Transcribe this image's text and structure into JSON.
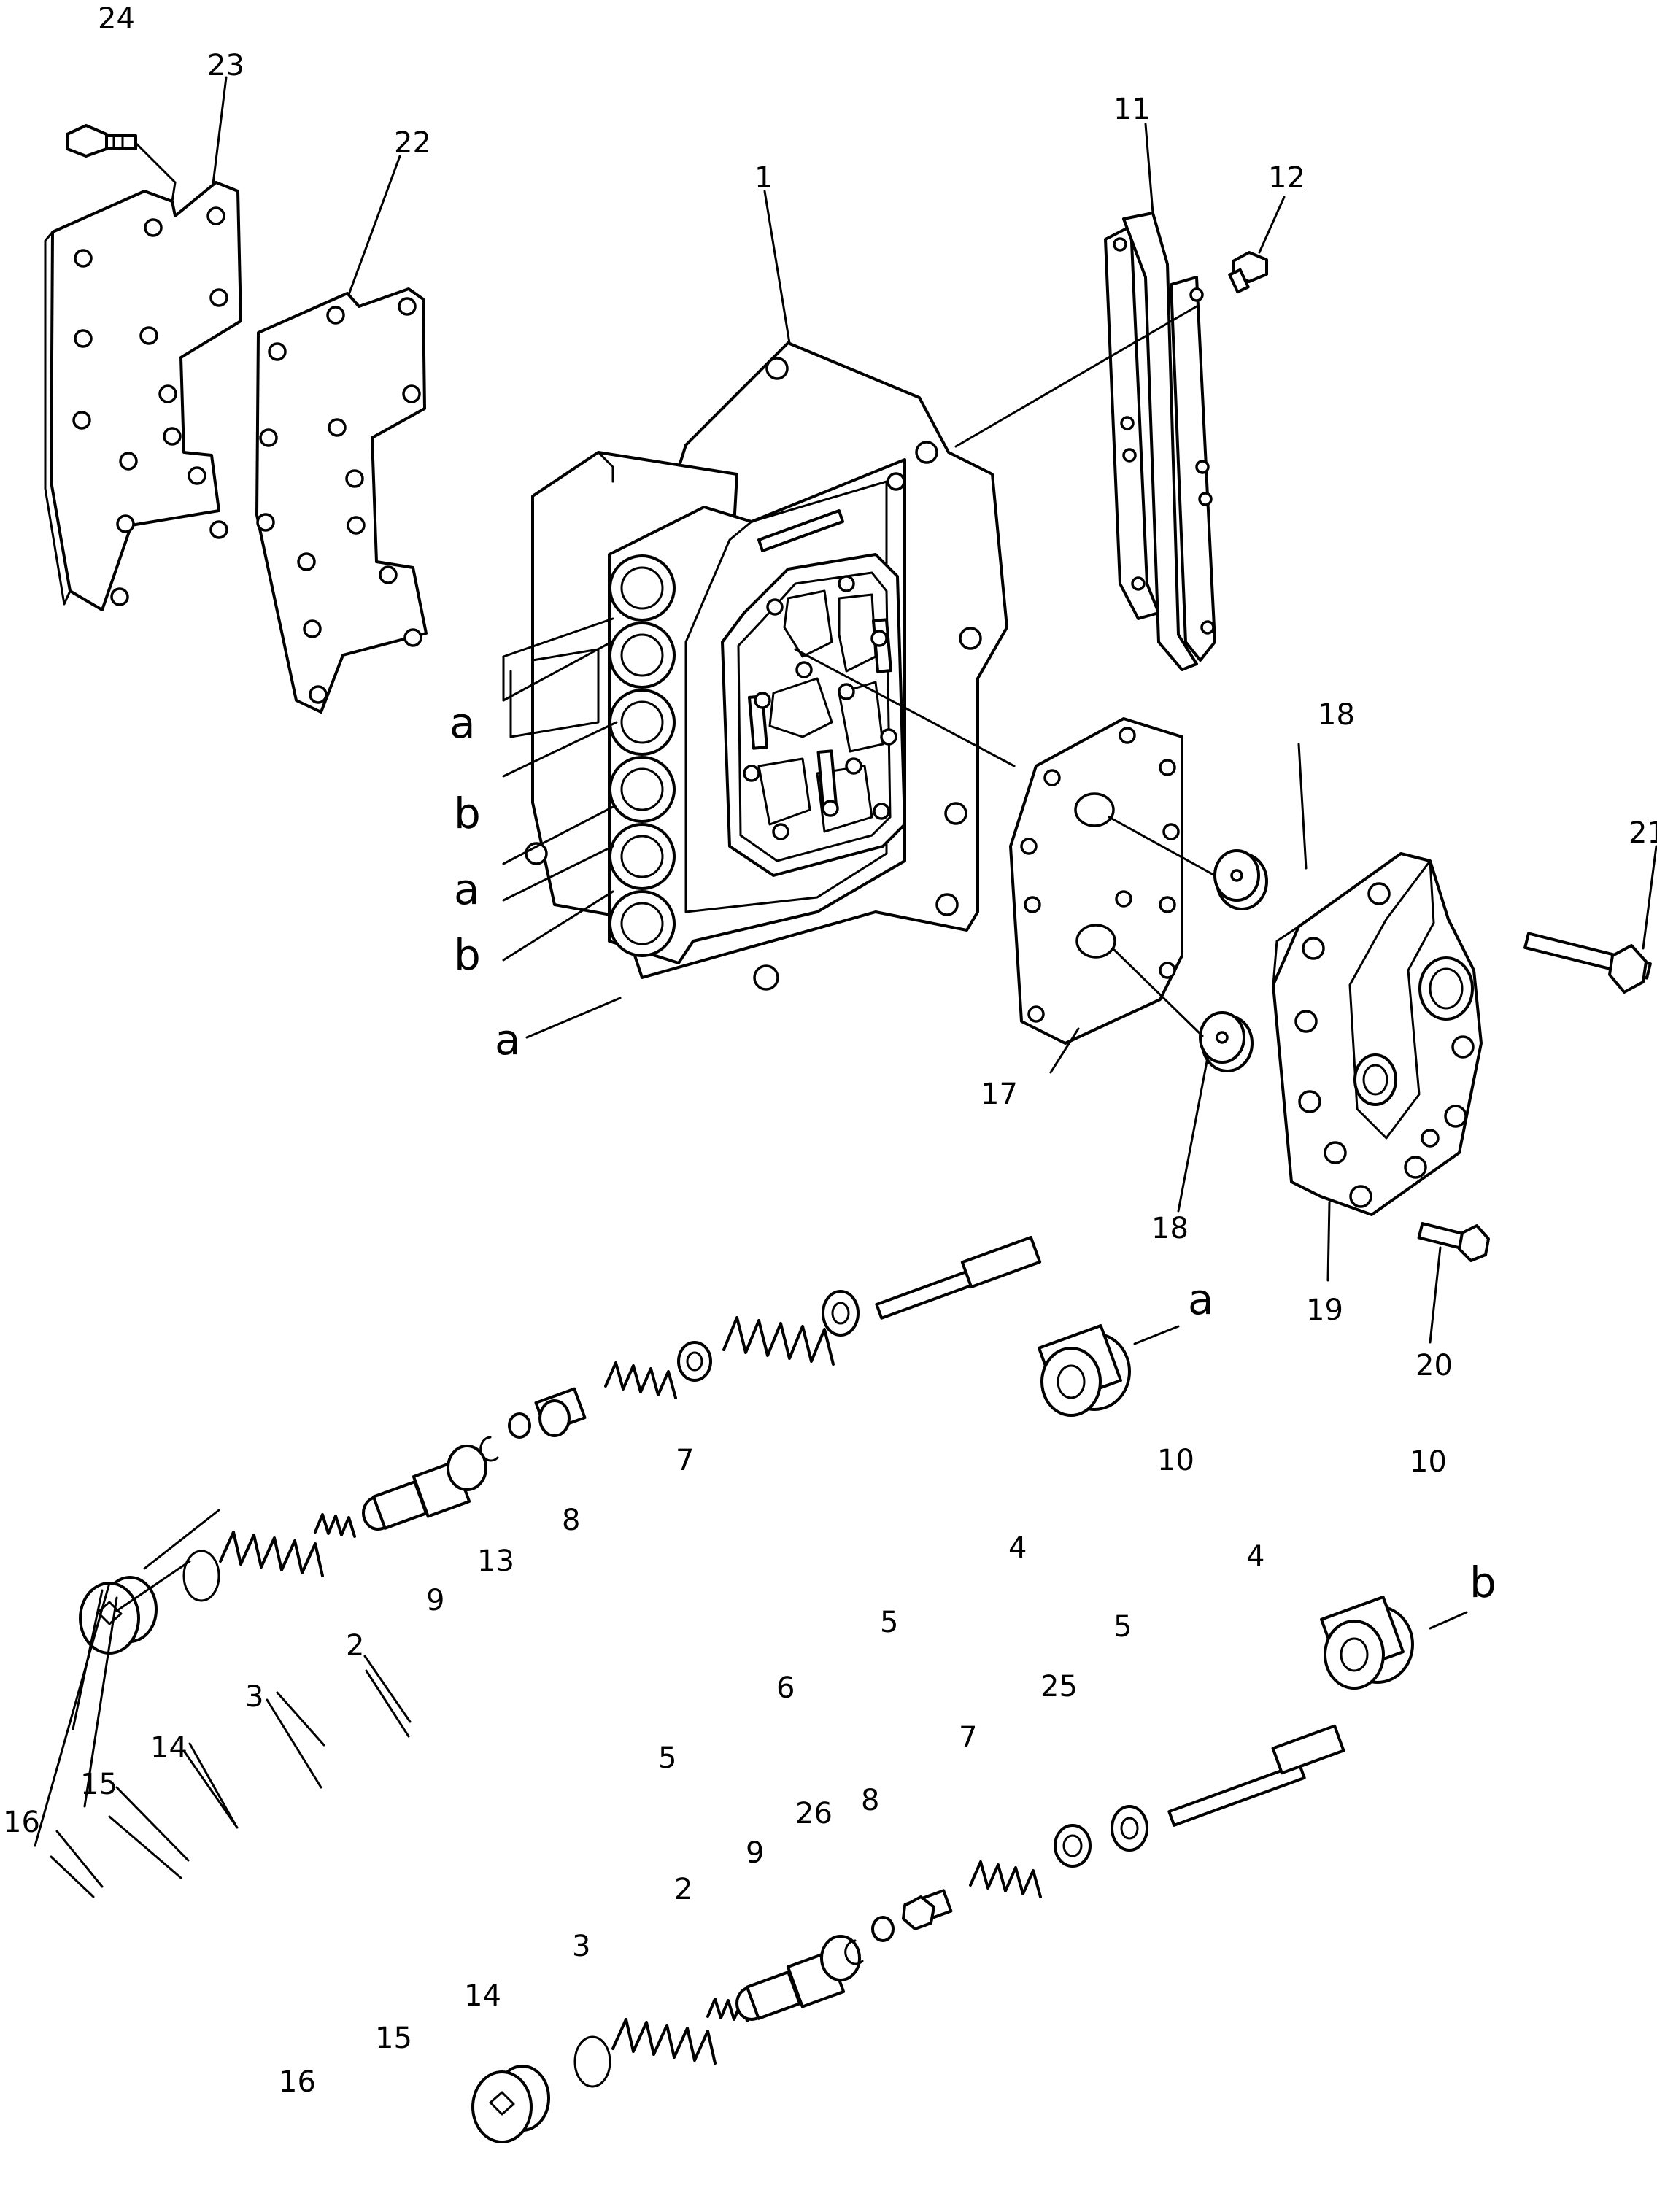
{
  "callouts": [
    "1",
    "2",
    "3",
    "4",
    "5",
    "6",
    "7",
    "8",
    "9",
    "10",
    "11",
    "12",
    "13",
    "14",
    "15",
    "16",
    "17",
    "18",
    "19",
    "20",
    "21",
    "22",
    "23",
    "24",
    "25",
    "26"
  ],
  "port_letters": [
    "a",
    "b"
  ]
}
